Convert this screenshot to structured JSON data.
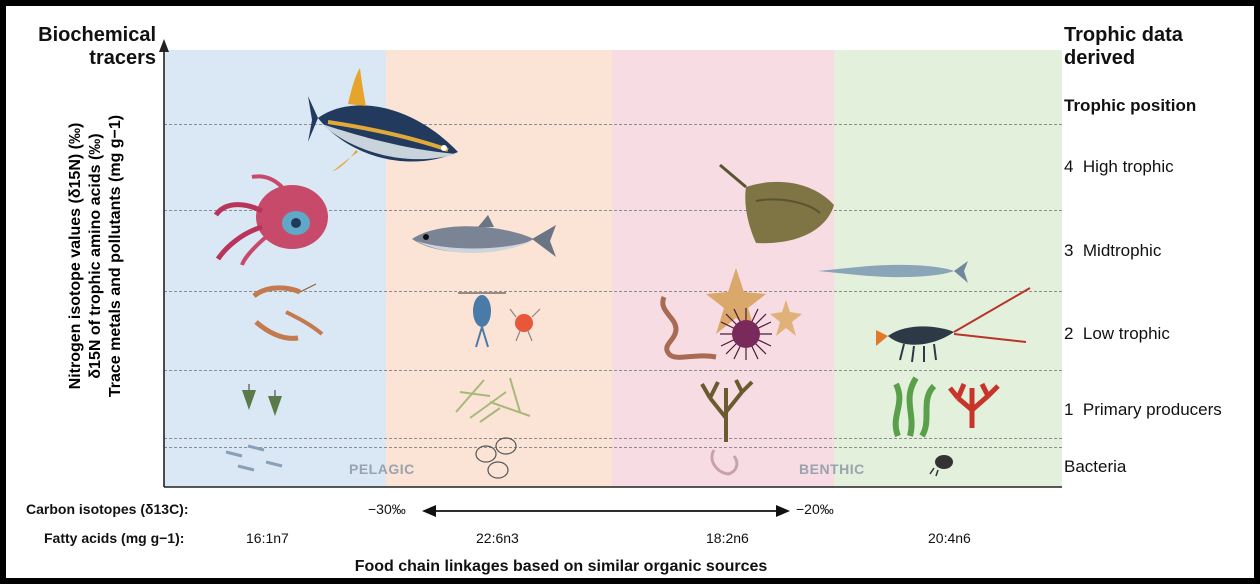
{
  "header": {
    "left_title": "Biochemical tracers",
    "right_title": "Trophic data derived"
  },
  "y_axis_labels": [
    "Nitrogen isotope values (δ15N) (‰)",
    "δ15N of trophic amino acids (‰)",
    "Trace metals and pollutants (mg g−1)"
  ],
  "trophic_levels": {
    "heading": "Trophic position",
    "items": [
      "4  High trophic",
      "3  Midtrophic",
      "2  Low trophic",
      "1  Primary producers",
      "Bacteria"
    ]
  },
  "zones": {
    "pelagic": "PELAGIC",
    "benthic": "BENTHIC"
  },
  "bands": [
    {
      "name": "pelagic-band",
      "color": "#d9e8f4"
    },
    {
      "name": "pelagic-benthic-band",
      "color": "#fbe4d6"
    },
    {
      "name": "benthic-pink-band",
      "color": "#f7dde3"
    },
    {
      "name": "benthic-green-band",
      "color": "#e3f0dc"
    }
  ],
  "bottom": {
    "carbon_label": "Carbon isotopes (δ13C):",
    "carbon_left": "−30‰",
    "carbon_right": "−20‰",
    "fatty_label": "Fatty acids (mg g−1):",
    "fatty_values": [
      "16:1n7",
      "22:6n3",
      "18:2n6",
      "20:4n6"
    ],
    "caption": "Food chain linkages based on similar organic sources"
  },
  "organisms": [
    "tuna-icon",
    "squid-icon",
    "herring-icon",
    "stingray-icon",
    "needlefish-icon",
    "shrimp-icon",
    "copepod-icon",
    "starfish-icon",
    "worm-icon",
    "sea-urchin-icon",
    "lobster-icon",
    "diatom-icon",
    "phytoplankton-icon",
    "seaweed-icon",
    "green-algae-icon",
    "red-algae-icon",
    "bacteria-icon"
  ]
}
